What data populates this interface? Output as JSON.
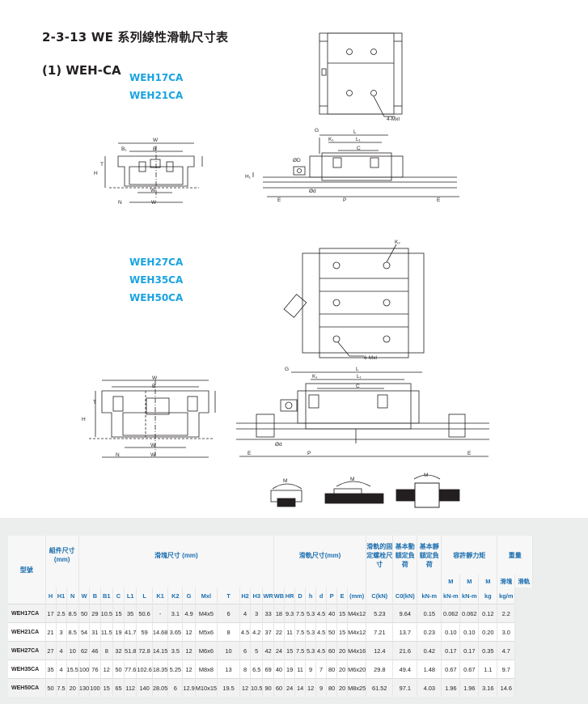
{
  "title": "2-3-13 WE 系列線性滑軌尺寸表",
  "subtitle": "(1) WEH-CA",
  "models_top": [
    "WEH17CA",
    "WEH21CA"
  ],
  "models_bottom": [
    "WEH27CA",
    "WEH35CA",
    "WEH50CA"
  ],
  "labels": {
    "bolt_top": "4-Mxl",
    "bolt_bottom": "6-Mxl",
    "W": "W",
    "B": "B",
    "B1": "B₁",
    "WR": "W",
    "WR_sub": "R",
    "N": "N",
    "WB": "W",
    "WB_sub": "B",
    "H": "H",
    "H1": "H₁",
    "T": "T",
    "HR": "H",
    "G": "G",
    "L": "L",
    "K1": "K₁",
    "L1": "L₁",
    "C": "C",
    "K2": "K₂",
    "E": "E",
    "P": "P",
    "D": "ØD",
    "d": "Ød",
    "h": "h",
    "Mr": "M",
    "Mp": "M",
    "My": "M"
  },
  "table": {
    "group_headers": {
      "model": "型號",
      "assembly": "組件尺寸 (mm)",
      "block": "滑塊尺寸 (mm)",
      "rail": "滑軌尺寸(mm)",
      "bolt": "滑軌的固定螺栓尺寸",
      "dyn": "基本動額定負荷",
      "stat": "基本靜額定負荷",
      "moment": "容許靜力矩",
      "weight": "重量"
    },
    "sub_headers": {
      "mr": "M",
      "mp": "M",
      "my": "M",
      "w_block": "滑塊",
      "w_rail": "滑軌"
    },
    "columns": [
      "H",
      "H1",
      "N",
      "W",
      "B",
      "B1",
      "C",
      "L1",
      "L",
      "K1",
      "K2",
      "G",
      "Mxl",
      "T",
      "H2",
      "H3",
      "WR",
      "WB",
      "HR",
      "D",
      "h",
      "d",
      "P",
      "E",
      "(mm)",
      "C(kN)",
      "C0(kN)",
      "kN-m",
      "kN-m",
      "kN-m",
      "kg",
      "kg/m"
    ],
    "rows": [
      [
        "WEH17CA",
        "17",
        "2.5",
        "8.5",
        "50",
        "29",
        "10.5",
        "15",
        "35",
        "50.6",
        "-",
        "3.1",
        "4.9",
        "M4x5",
        "6",
        "4",
        "3",
        "33",
        "18",
        "9.3",
        "7.5",
        "5.3",
        "4.5",
        "40",
        "15",
        "M4x12",
        "5.23",
        "9.64",
        "0.15",
        "0.062",
        "0.062",
        "0.12",
        "2.2"
      ],
      [
        "WEH21CA",
        "21",
        "3",
        "8.5",
        "54",
        "31",
        "11.5",
        "19",
        "41.7",
        "59",
        "14.68",
        "3.65",
        "12",
        "M5x6",
        "8",
        "4.5",
        "4.2",
        "37",
        "22",
        "11",
        "7.5",
        "5.3",
        "4.5",
        "50",
        "15",
        "M4x12",
        "7.21",
        "13.7",
        "0.23",
        "0.10",
        "0.10",
        "0.20",
        "3.0"
      ],
      [
        "WEH27CA",
        "27",
        "4",
        "10",
        "62",
        "46",
        "8",
        "32",
        "51.8",
        "72.8",
        "14.15",
        "3.5",
        "12",
        "M6x6",
        "10",
        "6",
        "5",
        "42",
        "24",
        "15",
        "7.5",
        "5.3",
        "4.5",
        "60",
        "20",
        "M4x16",
        "12.4",
        "21.6",
        "0.42",
        "0.17",
        "0.17",
        "0.35",
        "4.7"
      ],
      [
        "WEH35CA",
        "35",
        "4",
        "15.5",
        "100",
        "76",
        "12",
        "50",
        "77.6",
        "102.6",
        "18.35",
        "5.25",
        "12",
        "M8x8",
        "13",
        "8",
        "6.5",
        "69",
        "40",
        "19",
        "11",
        "9",
        "7",
        "80",
        "20",
        "M6x20",
        "29.8",
        "49.4",
        "1.48",
        "0.67",
        "0.67",
        "1.1",
        "9.7"
      ],
      [
        "WEH50CA",
        "50",
        "7.5",
        "20",
        "130",
        "100",
        "15",
        "65",
        "112",
        "140",
        "28.05",
        "6",
        "12.9",
        "M10x15",
        "19.5",
        "12",
        "10.5",
        "90",
        "60",
        "24",
        "14",
        "12",
        "9",
        "80",
        "20",
        "M8x25",
        "61.52",
        "97.1",
        "4.03",
        "1.96",
        "1.96",
        "3.16",
        "14.6"
      ]
    ]
  },
  "colors": {
    "accent": "#1aa3e0",
    "header_text": "#1c6fb0",
    "table_bg": "#eceded",
    "line": "#231f20"
  }
}
